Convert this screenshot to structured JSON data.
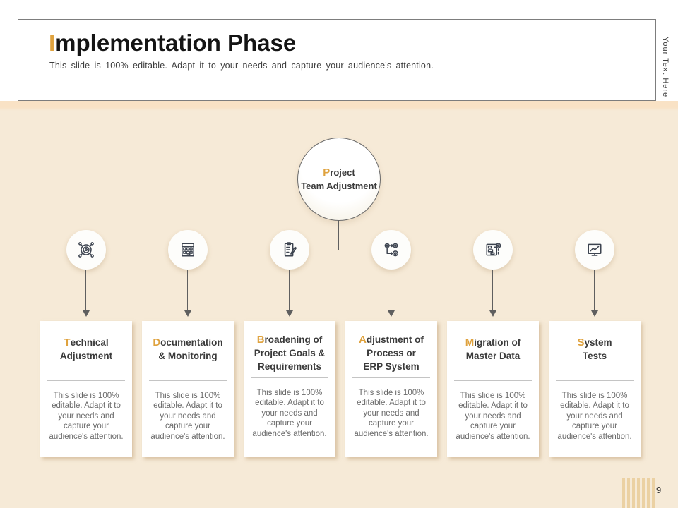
{
  "slide": {
    "header": {
      "title_accent": "I",
      "title_rest": "mplementation Phase",
      "subtitle": "This slide is 100% editable. Adapt it to your needs and capture your audience's attention.",
      "side_label": "Your Text Here"
    },
    "center_node": {
      "accent": "P",
      "rest": "roject",
      "line2": "Team Adjustment"
    },
    "steps": [
      {
        "icon": "gear-network-icon",
        "title_accent": "T",
        "title_rest": "echnical\nAdjustment",
        "body": "This slide is 100% editable. Adapt it to your needs and capture your audience's attention."
      },
      {
        "icon": "monitoring-grid-icon",
        "title_accent": "D",
        "title_rest": "ocumentation\n& Monitoring",
        "body": "This slide is 100% editable. Adapt it to your needs and capture your audience's attention."
      },
      {
        "icon": "clipboard-pencil-icon",
        "title_accent": "B",
        "title_rest": "roadening of\nProject Goals &\nRequirements",
        "body": "This slide is 100% editable. Adapt it to your needs and capture your audience's attention."
      },
      {
        "icon": "process-gears-icon",
        "title_accent": "A",
        "title_rest": "djustment of\nProcess or\nERP System",
        "body": "This slide is 100% editable. Adapt it to your needs and capture your audience's attention."
      },
      {
        "icon": "circuit-board-icon",
        "title_accent": "M",
        "title_rest": "igration of\nMaster Data",
        "body": "This slide is 100% editable. Adapt it to your needs and capture your audience's attention."
      },
      {
        "icon": "monitor-chart-icon",
        "title_accent": "S",
        "title_rest": "ystem\nTests",
        "body": "This slide is 100% editable. Adapt it to your needs and capture your audience's attention."
      }
    ],
    "footer": {
      "page_number": "9"
    },
    "colors": {
      "accent": "#DFA23E",
      "canvas_background": "#F6EAD7",
      "canvas_top_strip": "#F9E2C5",
      "connector_line": "#5F5F5F",
      "stripe": "#EBD1A3"
    }
  }
}
